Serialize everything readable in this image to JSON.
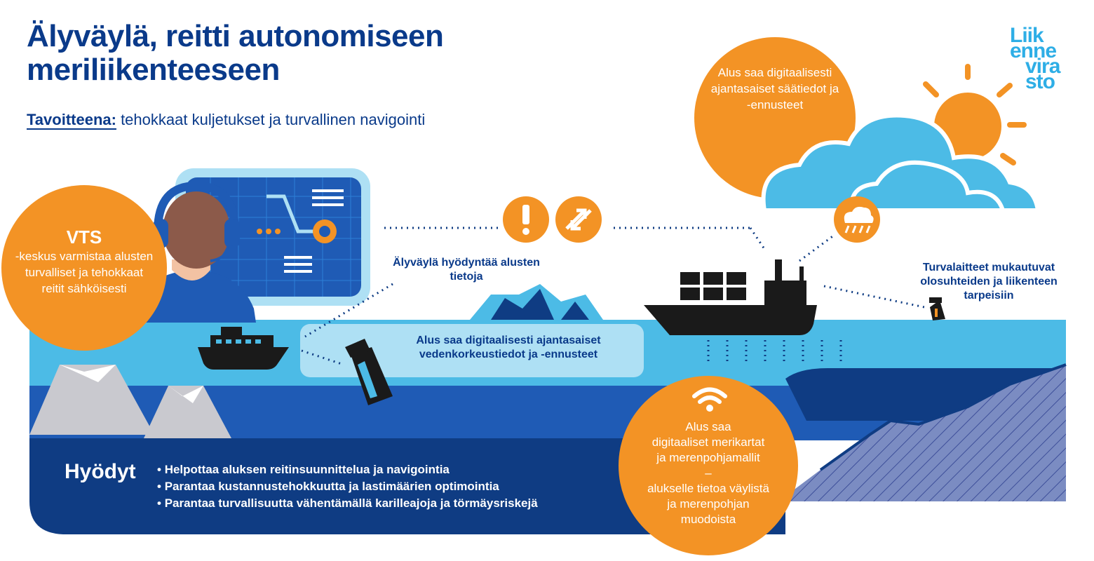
{
  "title": "Älyväylä, reitti autonomiseen meriliikenteeseen",
  "subtitle": {
    "lead": "Tavoitteena:",
    "rest": " tehokkaat kuljetukset ja turvallinen navigointi"
  },
  "logo": [
    "Liik",
    "enne",
    "vira",
    "sto"
  ],
  "vts": {
    "heading": "VTS",
    "text": "-keskus varmistaa alusten turvalliset ja tehokkaat reitit sähköisesti"
  },
  "weather": "Alus saa digitaalisesti ajantasaiset säätiedot ja -ennusteet",
  "ship_data": "Älyväylä hyödyntää alusten tietoja",
  "water_level": "Alus saa digitaalisesti ajantasaiset vedenkorkeustiedot ja -ennusteet",
  "safety_devices": "Turvalaitteet mukautuvat olosuhteiden ja liikenteen tarpeisiin",
  "charts": {
    "line1": "Alus saa",
    "line2": "digitaaliset merikartat",
    "line3": "ja merenpohjamallit",
    "dash": "–",
    "line4": "alukselle tietoa väylistä",
    "line5": "ja merenpohjan",
    "line6": "muodoista"
  },
  "benefits": {
    "title": "Hyödyt",
    "items": [
      "Helpottaa aluksen reitinsuunnittelua ja navigointia",
      "Parantaa kustannustehokkuutta ja lastimäärien optimointia",
      "Parantaa turvallisuutta vähentämällä karilleajoja ja törmäysriskejä"
    ]
  },
  "colors": {
    "dark_blue": "#0a3a8a",
    "navy": "#0f3c83",
    "light_blue": "#4cbbe6",
    "pale_blue": "#aee0f4",
    "orange": "#f39325",
    "seabed": "#7b8cc2"
  },
  "icons": [
    "headset-operator-icon",
    "warning-icon",
    "exchange-arrows-icon",
    "weather-rain-icon",
    "sun-icon",
    "cloud-icon",
    "wifi-icon",
    "cargo-ship-icon",
    "ferry-icon",
    "buoy-icon",
    "iceberg-icon"
  ]
}
